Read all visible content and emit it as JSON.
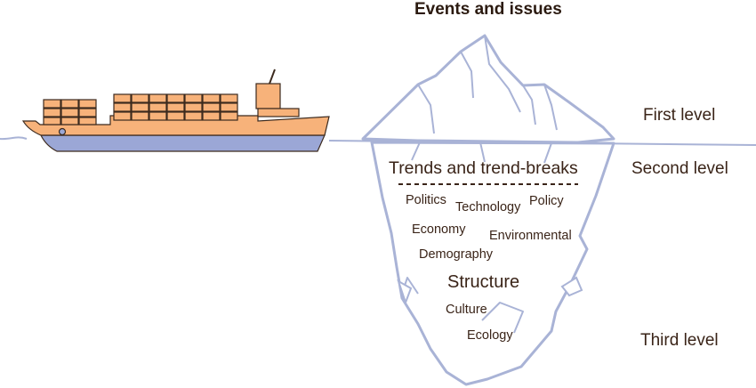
{
  "title": "Events and issues",
  "levels": {
    "first": "First level",
    "second": "Second level",
    "third": "Third level"
  },
  "trends_label": "Trends and trend-breaks",
  "structure_label": "Structure",
  "keywords": {
    "politics": "Politics",
    "technology": "Technology",
    "policy": "Policy",
    "economy": "Economy",
    "environmental": "Environmental",
    "demography": "Demography",
    "culture": "Culture",
    "ecology": "Ecology"
  },
  "colors": {
    "iceberg_outline": "#a9b3d6",
    "water_line": "#a9b3d6",
    "ship_body": "#f7b27a",
    "ship_hull": "#9ba7d6",
    "ship_outline": "#3c2a1e",
    "text": "#3a2418"
  }
}
